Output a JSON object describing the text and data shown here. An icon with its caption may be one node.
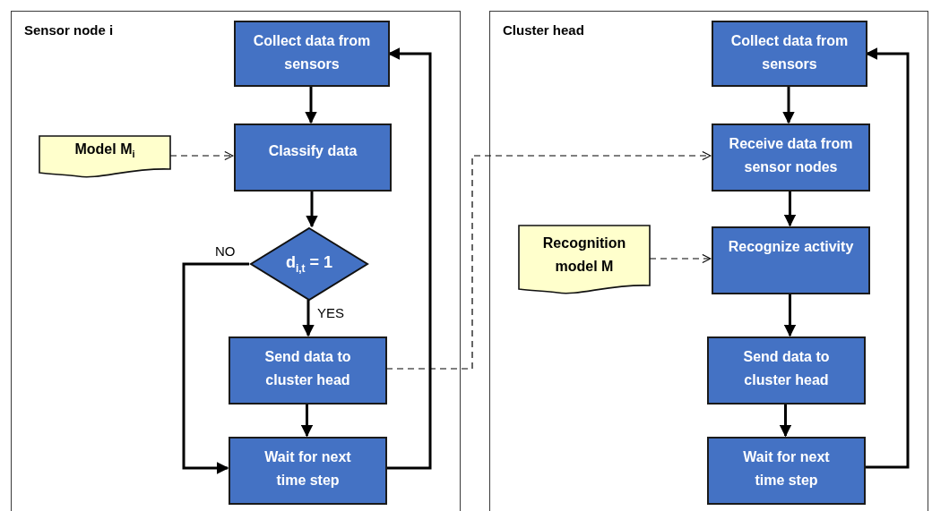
{
  "diagram": {
    "nodes": [
      {
        "text": [
          "Sensor node i"
        ]
      },
      {
        "text": [
          "Collect data from sensors"
        ],
        "in": 0
      },
      {
        "text": [
          "Model M$_{i}$"
        ],
        "in": 0
      },
      {
        "text": [
          "Classify data"
        ],
        "in": 0
      },
      {
        "text": [
          "d$_{i,t}$ = 1"
        ],
        "in": 0
      },
      {
        "text": [
          "Send data to cluster head"
        ],
        "in": 0
      },
      {
        "text": [
          "Wait for next time step"
        ],
        "in": 0
      },
      {
        "text": [
          "Cluster head"
        ]
      },
      {
        "text": [
          "Collect data from sensors"
        ],
        "in": 7
      },
      {
        "text": [
          "Receive data from sensor nodes"
        ],
        "in": 7
      },
      {
        "text": [
          "Recognition model M"
        ],
        "in": 7
      },
      {
        "text": [
          "Recognize activity"
        ],
        "in": 7
      },
      {
        "text": [
          "Send data to cluster head"
        ],
        "in": 7
      },
      {
        "text": [
          "Wait for next time step"
        ],
        "in": 7
      }
    ],
    "edges": [
      {
        "from": 1,
        "to": 3,
        "arrow": "to"
      },
      {
        "from": 2,
        "to": 3,
        "arrow": "to",
        "style": "dashed"
      },
      {
        "from": 3,
        "to": 4,
        "arrow": "to"
      },
      {
        "from": 4,
        "to": 6,
        "arrow": "to",
        "label": "NO"
      },
      {
        "from": 4,
        "to": 5,
        "arrow": "to",
        "label": "YES"
      },
      {
        "from": 5,
        "to": 6,
        "arrow": "to"
      },
      {
        "from": 6,
        "to": 1,
        "arrow": "to"
      },
      {
        "from": 5,
        "to": 9,
        "arrow": "to",
        "style": "dashed"
      },
      {
        "from": 8,
        "to": 9,
        "arrow": "to"
      },
      {
        "from": 9,
        "to": 11,
        "arrow": "to"
      },
      {
        "from": 10,
        "to": 11,
        "arrow": "to",
        "style": "dashed"
      },
      {
        "from": 11,
        "to": 12,
        "arrow": "to"
      },
      {
        "from": 12,
        "to": 13,
        "arrow": "to"
      },
      {
        "from": 13,
        "to": 8,
        "arrow": "to"
      }
    ]
  }
}
